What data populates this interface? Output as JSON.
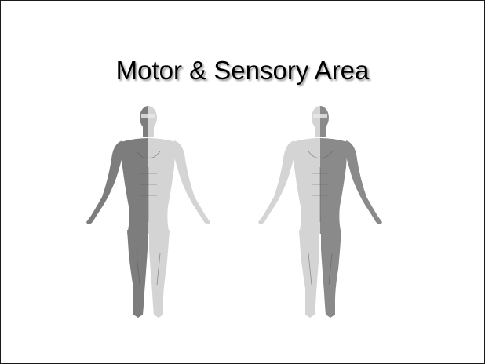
{
  "slide": {
    "title": "Motor & Sensory Area"
  },
  "figures": [
    {
      "name": "body-figure-motor",
      "shaded_side": "right-of-figure",
      "shaded_color": "#7d7d7d",
      "light_color": "#d4d4d4"
    },
    {
      "name": "body-figure-sensory",
      "shaded_side": "left-of-figure",
      "shaded_color": "#7d7d7d",
      "light_color": "#d4d4d4"
    }
  ]
}
